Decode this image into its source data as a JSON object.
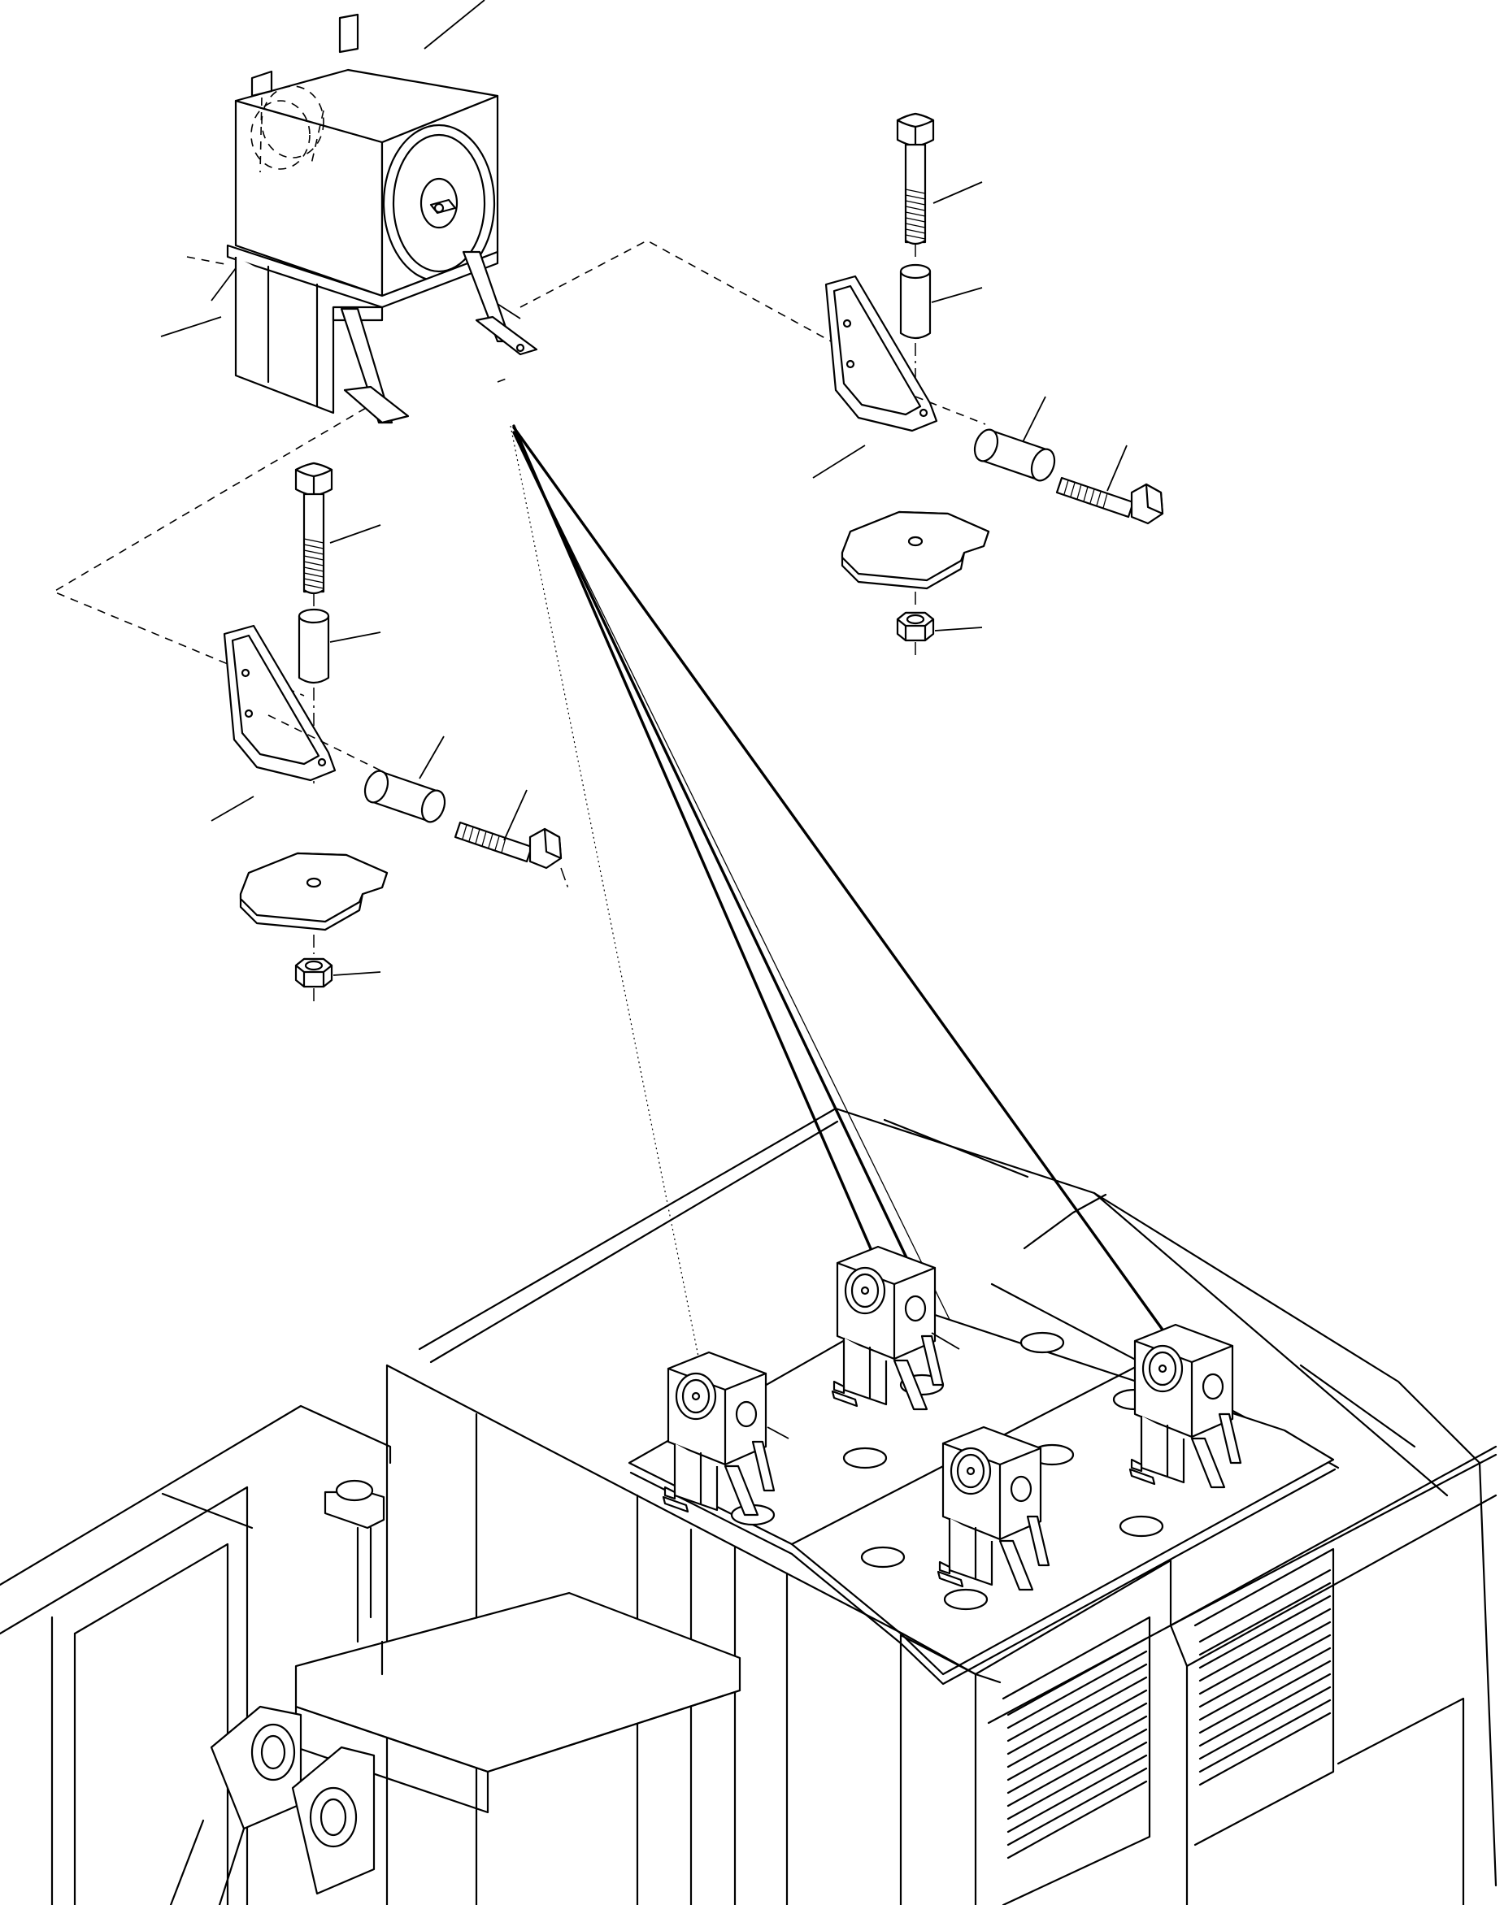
{
  "figure": {
    "type": "exploded isometric parts drawing",
    "line_color": "#000000",
    "background_color": "#ffffff",
    "text": []
  },
  "components": {
    "reservoir": "reservoir-box",
    "mount_assemblies": [
      "mount-assembly-left",
      "mount-assembly-right"
    ],
    "mount_parts": [
      "hex-bolt",
      "spacer-collar",
      "angle-bracket",
      "bushing",
      "hex-bolt",
      "rubber-pad",
      "hex-nut"
    ],
    "machine": "machine-deck-with-four-mounts"
  }
}
